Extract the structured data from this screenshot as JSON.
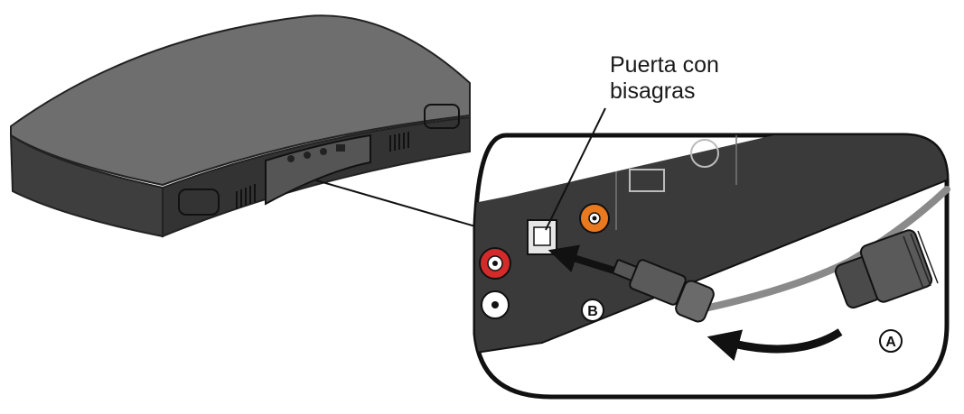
{
  "callout": {
    "line1": "Puerta con",
    "line2": "bisagras"
  },
  "markers": {
    "a": "A",
    "b": "B"
  },
  "colors": {
    "device_top": "#6b6b6b",
    "device_side": "#3d3d3d",
    "panel": "#2e2e2e",
    "jack_red": "#d42a2a",
    "jack_orange": "#e8791f",
    "cable_grey": "#8a8a8a",
    "plug_dark": "#4a4a4a"
  }
}
